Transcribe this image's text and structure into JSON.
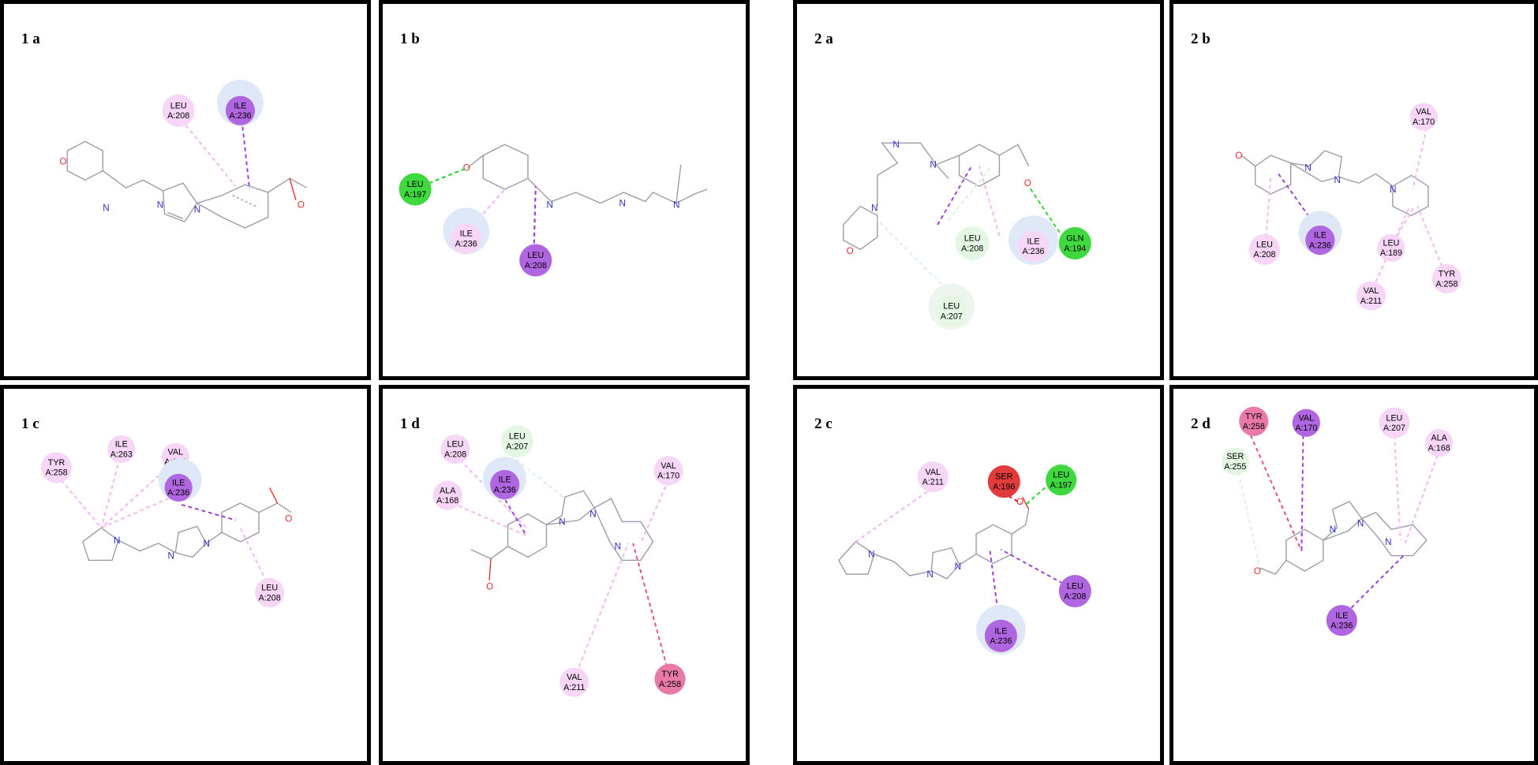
{
  "panels": [
    {
      "id": "1a",
      "label": "1 a",
      "residues": [
        {
          "name": "LEU",
          "id": "A:208",
          "type": "pi-alkyl"
        },
        {
          "name": "ILE",
          "id": "A:236",
          "type": "pi-sigma"
        }
      ]
    },
    {
      "id": "1b",
      "label": "1 b",
      "residues": [
        {
          "name": "LEU",
          "id": "A:197",
          "type": "hbond"
        },
        {
          "name": "ILE",
          "id": "A:236",
          "type": "pi-alkyl"
        },
        {
          "name": "LEU",
          "id": "A:208",
          "type": "pi-sigma"
        }
      ]
    },
    {
      "id": "2a",
      "label": "2 a",
      "residues": [
        {
          "name": "LEU",
          "id": "A:208",
          "type": "carbon-hbond"
        },
        {
          "name": "ILE",
          "id": "A:236",
          "type": "pi-alkyl"
        },
        {
          "name": "GLN",
          "id": "A:194",
          "type": "hbond"
        },
        {
          "name": "LEU",
          "id": "A:207",
          "type": "carbon-hbond"
        }
      ]
    },
    {
      "id": "2b",
      "label": "2 b",
      "residues": [
        {
          "name": "VAL",
          "id": "A:170",
          "type": "pi-alkyl"
        },
        {
          "name": "LEU",
          "id": "A:208",
          "type": "pi-alkyl"
        },
        {
          "name": "ILE",
          "id": "A:236",
          "type": "pi-sigma"
        },
        {
          "name": "LEU",
          "id": "A:189",
          "type": "pi-alkyl"
        },
        {
          "name": "TYR",
          "id": "A:258",
          "type": "pi-alkyl"
        },
        {
          "name": "VAL",
          "id": "A:211",
          "type": "pi-alkyl"
        }
      ]
    },
    {
      "id": "1c",
      "label": "1 c",
      "residues": [
        {
          "name": "TYR",
          "id": "A:258",
          "type": "pi-alkyl"
        },
        {
          "name": "ILE",
          "id": "A:263",
          "type": "pi-alkyl"
        },
        {
          "name": "VAL",
          "id": "A:170",
          "type": "pi-alkyl"
        },
        {
          "name": "ILE",
          "id": "A:236",
          "type": "pi-sigma"
        },
        {
          "name": "LEU",
          "id": "A:208",
          "type": "pi-alkyl"
        }
      ]
    },
    {
      "id": "1d",
      "label": "1 d",
      "residues": [
        {
          "name": "LEU",
          "id": "A:208",
          "type": "pi-alkyl"
        },
        {
          "name": "LEU",
          "id": "A:207",
          "type": "carbon-hbond"
        },
        {
          "name": "ILE",
          "id": "A:236",
          "type": "pi-sigma"
        },
        {
          "name": "ALA",
          "id": "A:168",
          "type": "pi-alkyl"
        },
        {
          "name": "VAL",
          "id": "A:170",
          "type": "pi-alkyl"
        },
        {
          "name": "VAL",
          "id": "A:211",
          "type": "pi-alkyl"
        },
        {
          "name": "TYR",
          "id": "A:258",
          "type": "pi-pi"
        }
      ]
    },
    {
      "id": "2c",
      "label": "2 c",
      "residues": [
        {
          "name": "VAL",
          "id": "A:211",
          "type": "pi-alkyl"
        },
        {
          "name": "SER",
          "id": "A:196",
          "type": "unfavorable"
        },
        {
          "name": "LEU",
          "id": "A:197",
          "type": "hbond"
        },
        {
          "name": "LEU",
          "id": "A:208",
          "type": "pi-sigma"
        },
        {
          "name": "ILE",
          "id": "A:236",
          "type": "pi-sigma"
        }
      ]
    },
    {
      "id": "2d",
      "label": "2 d",
      "residues": [
        {
          "name": "TYR",
          "id": "A:258",
          "type": "pi-pi"
        },
        {
          "name": "VAL",
          "id": "A:170",
          "type": "pi-sigma"
        },
        {
          "name": "LEU",
          "id": "A:207",
          "type": "pi-alkyl"
        },
        {
          "name": "ALA",
          "id": "A:168",
          "type": "pi-alkyl"
        },
        {
          "name": "SER",
          "id": "A:255",
          "type": "carbon-hbond"
        },
        {
          "name": "ILE",
          "id": "A:236",
          "type": "pi-sigma"
        }
      ]
    }
  ],
  "atoms": {
    "nitrogen": "N",
    "oxygen": "O"
  },
  "colors": {
    "hbond": "#2fd12f",
    "carbon-hbond": "#d9f5d9",
    "pi-alkyl": "#f2b8f2",
    "pi-sigma": "#9b3fd6",
    "pi-pi": "#e0508f",
    "unfavorable": "#e01b1b",
    "bond": "#9a9aa8",
    "halo": "#dfe8f7"
  }
}
